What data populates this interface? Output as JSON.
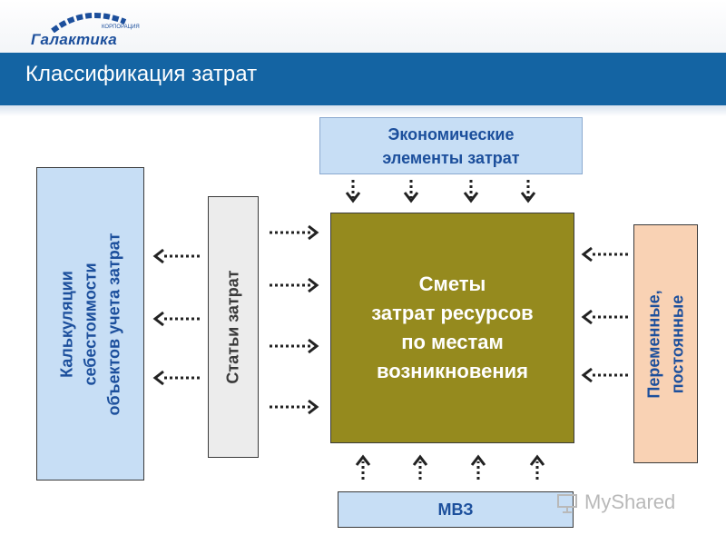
{
  "logo": {
    "word": "Галактика",
    "corp": "КОРПОРАЦИЯ"
  },
  "slide": {
    "title": "Классификация затрат"
  },
  "diagram": {
    "economic": {
      "line1": "Экономические",
      "line2": "элементы затрат"
    },
    "calculation": {
      "line1": "Калькуляции",
      "line2": "себестоимости",
      "line3": "объектов учета затрат"
    },
    "items": {
      "label": "Статьи затрат"
    },
    "center": {
      "line1": "Сметы",
      "line2": "затрат ресурсов",
      "line3": "по местам",
      "line4": "возникновения"
    },
    "variable": {
      "line1": "Переменные,",
      "line2": "постоянные"
    },
    "mvz": {
      "label": "МВЗ"
    }
  },
  "watermark": {
    "text": "MyShared"
  },
  "colors": {
    "title_bar": "#1464a3",
    "light_blue": "#c7def5",
    "olive": "#958a1e",
    "peach": "#f9d2b4",
    "gray_box": "#ececec",
    "text_blue": "#1c4f9c"
  }
}
